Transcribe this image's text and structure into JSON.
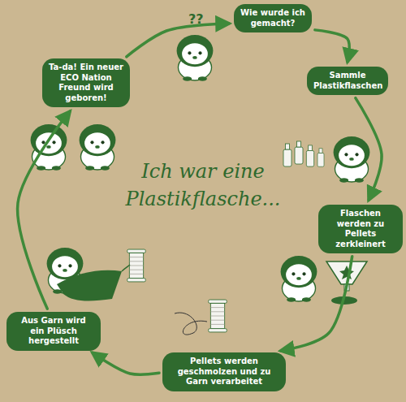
{
  "diagram": {
    "title": "Ich war eine Plastikflasche...",
    "nodes": [
      {
        "text": [
          "Wie wurde ich gemacht?"
        ]
      },
      {
        "text": [
          "Sammle Plastikflaschen"
        ]
      },
      {
        "text": [
          "Flaschen werden zu Pellets zerkleinert"
        ]
      },
      {
        "text": [
          "Pellets werden geschmolzen und zu Garn verarbeitet"
        ]
      },
      {
        "text": [
          "Aus Garn wird ein Plüsch hergestellt"
        ]
      },
      {
        "text": [
          "Ta-da! Ein neuer ECO Nation Freund wird geboren!"
        ]
      }
    ],
    "edges": [
      {
        "from": 0,
        "to": 1,
        "arrow": "to"
      },
      {
        "from": 1,
        "to": 2,
        "arrow": "to"
      },
      {
        "from": 2,
        "to": 3,
        "arrow": "to"
      },
      {
        "from": 3,
        "to": 4,
        "arrow": "to"
      },
      {
        "from": 4,
        "to": 5,
        "arrow": "to"
      },
      {
        "from": 5,
        "to": 0,
        "arrow": "to"
      }
    ],
    "labels": [
      "??"
    ]
  }
}
